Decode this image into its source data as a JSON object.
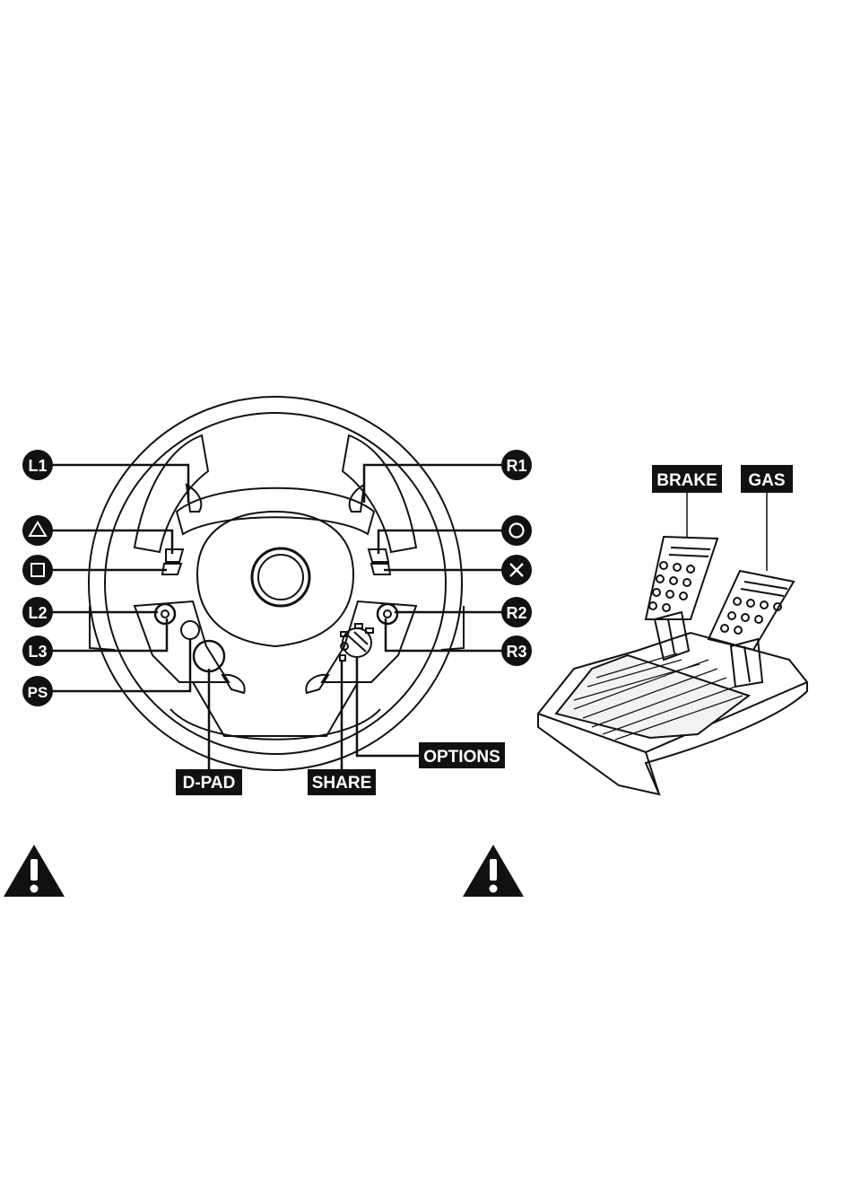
{
  "labels": {
    "l1": "L1",
    "r1": "R1",
    "l2": "L2",
    "r2": "R2",
    "l3": "L3",
    "r3": "R3",
    "ps": "PS",
    "dpad": "D-PAD",
    "share": "SHARE",
    "options": "OPTIONS",
    "brake": "BRAKE",
    "gas": "GAS"
  },
  "icons": {
    "triangle": "triangle-icon",
    "square": "square-icon",
    "circle": "circle-icon",
    "cross": "cross-icon",
    "warning": "warning-icon"
  },
  "colors": {
    "ink": "#111111",
    "paper": "#ffffff"
  }
}
